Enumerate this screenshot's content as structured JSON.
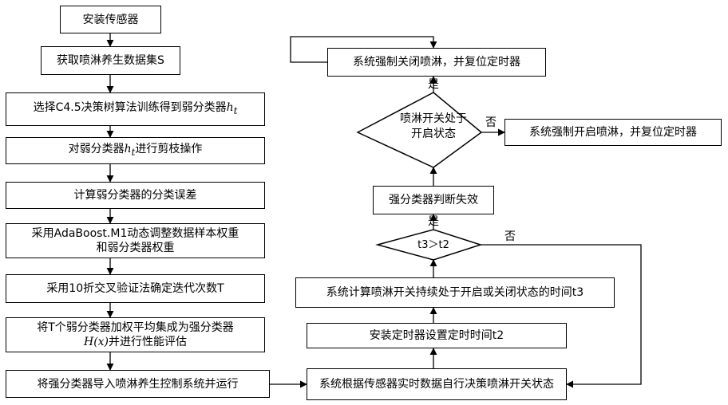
{
  "left": {
    "steps": [
      "安装传感器",
      "获取喷淋养生数据集S",
      "选择C4.5决策树算法训练得到弱分类器",
      "对弱分类器",
      "计算弱分类器的分类误差",
      "采用AdaBoost.M1动态调整数据样本权重和弱分类器权重",
      "采用10折交叉验证法确定迭代次数T",
      "将T个弱分类器加权平均集成为强分类器",
      "将强分类器导入喷淋养生控制系统并运行"
    ],
    "step3_math": "h",
    "step3_sub": "t",
    "step4_math": "h",
    "step4_sub": "t",
    "step4_tail": "进行剪枝操作",
    "step8_line2_math": "H(x)",
    "step8_line2_tail": "并进行性能评估"
  },
  "right": {
    "decide_box": "系统根据传感器实时数据自行决策喷淋开关状态",
    "timer_box": "安装定时器设置定时时间t2",
    "calc_box": "系统计算喷淋开关持续处于开启或关闭状态的时间t3",
    "condition1": "t3＞t2",
    "fail_box": "强分类器判断失效",
    "condition2": "喷淋开关处于开启状态",
    "force_close": "系统强制关闭喷淋，并复位定时器",
    "force_open": "系统强制开启喷淋，并复位定时器",
    "yes1": "是",
    "no1": "否",
    "yes2": "是",
    "no2": "否"
  }
}
